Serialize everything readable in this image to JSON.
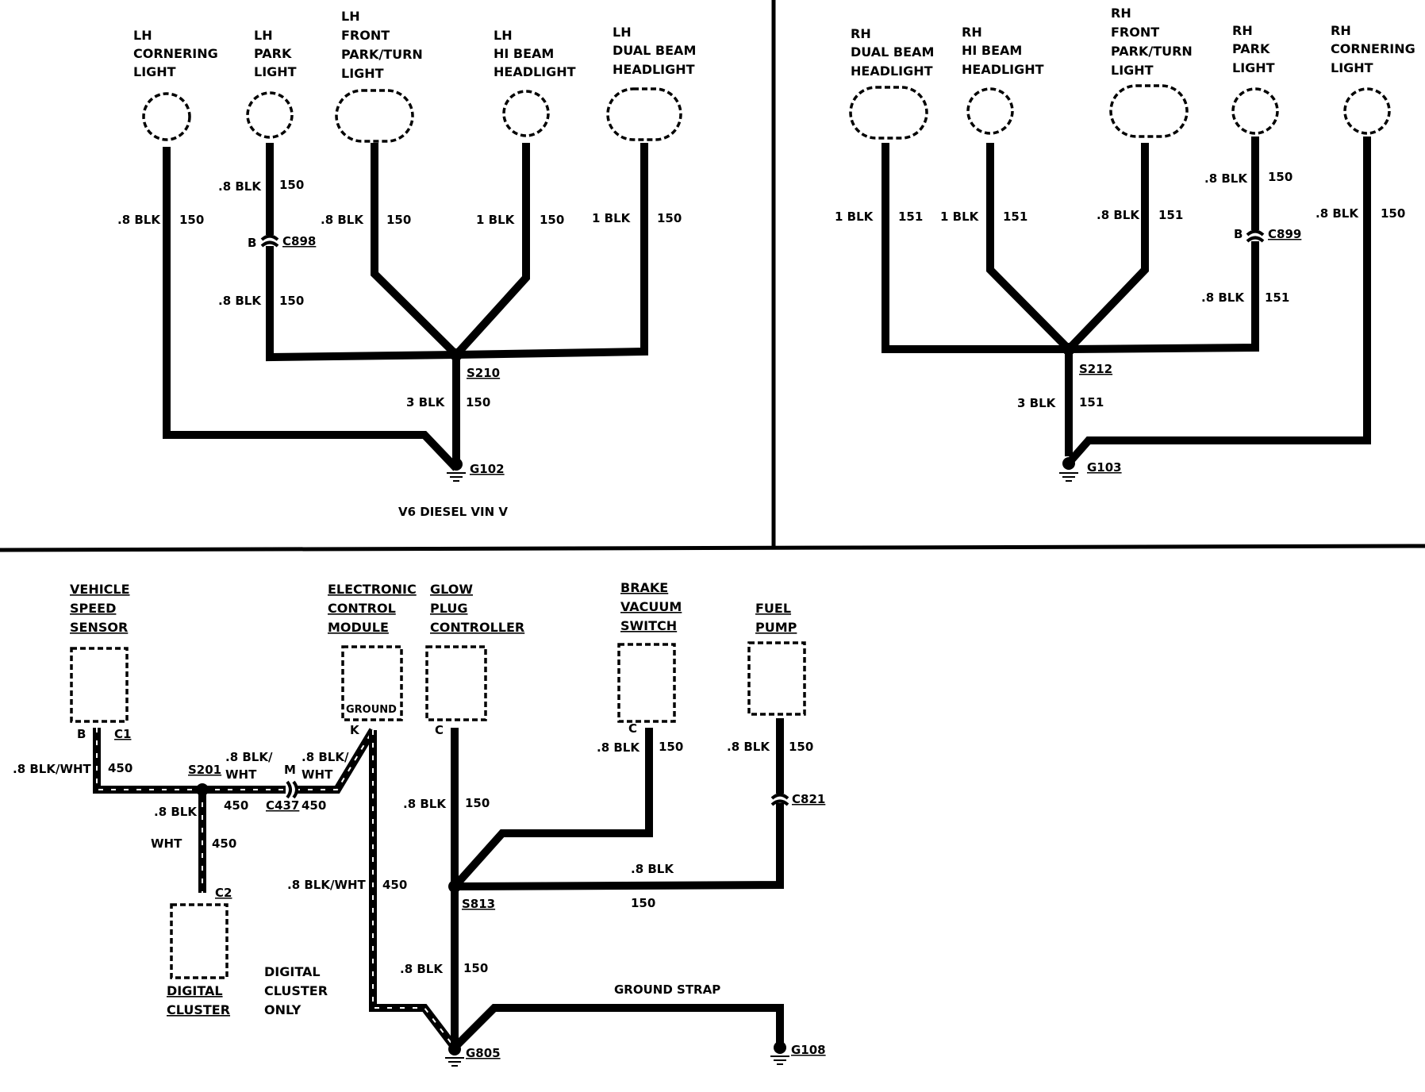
{
  "note": "V6 DIESEL VIN V",
  "lh": {
    "cornering": [
      "LH",
      "CORNERING",
      "LIGHT"
    ],
    "park": [
      "LH",
      "PARK",
      "LIGHT"
    ],
    "front": [
      "LH",
      "FRONT",
      "PARK/TURN",
      "LIGHT"
    ],
    "hibeam": [
      "LH",
      "HI BEAM",
      "HEADLIGHT"
    ],
    "dual": [
      "LH",
      "DUAL BEAM",
      "HEADLIGHT"
    ],
    "wires": {
      "cornering": [
        ".8 BLK",
        "150"
      ],
      "park_upper": [
        ".8 BLK",
        "150"
      ],
      "park_lower": [
        ".8 BLK",
        "150"
      ],
      "front": [
        ".8 BLK",
        "150"
      ],
      "hibeam": [
        "1 BLK",
        "150"
      ],
      "dual": [
        "1 BLK",
        "150"
      ],
      "trunk": [
        "3 BLK",
        "150"
      ]
    },
    "connector": "C898",
    "connector_pin": "B",
    "splice": "S210",
    "ground": "G102"
  },
  "rh": {
    "dual": [
      "RH",
      "DUAL BEAM",
      "HEADLIGHT"
    ],
    "hibeam": [
      "RH",
      "HI BEAM",
      "HEADLIGHT"
    ],
    "front": [
      "RH",
      "FRONT",
      "PARK/TURN",
      "LIGHT"
    ],
    "park": [
      "RH",
      "PARK",
      "LIGHT"
    ],
    "cornering": [
      "RH",
      "CORNERING",
      "LIGHT"
    ],
    "wires": {
      "dual": [
        "1 BLK",
        "151"
      ],
      "hibeam": [
        "1 BLK",
        "151"
      ],
      "front": [
        ".8 BLK",
        "151"
      ],
      "park_upper": [
        ".8 BLK",
        "150"
      ],
      "park_lower": [
        ".8 BLK",
        "151"
      ],
      "cornering": [
        ".8 BLK",
        "150"
      ],
      "trunk": [
        "3 BLK",
        "151"
      ]
    },
    "connector": "C899",
    "connector_pin": "B",
    "splice": "S212",
    "ground": "G103"
  },
  "bottom": {
    "vss": [
      "VEHICLE",
      "SPEED",
      "SENSOR"
    ],
    "ecm": [
      "ELECTRONIC",
      "CONTROL",
      "MODULE"
    ],
    "ecm_pin_label": "GROUND",
    "glow": [
      "GLOW",
      "PLUG",
      "CONTROLLER"
    ],
    "brake": [
      "BRAKE",
      "VACUUM",
      "SWITCH"
    ],
    "fuel": [
      "FUEL",
      "PUMP"
    ],
    "cluster": [
      "DIGITAL",
      "CLUSTER"
    ],
    "cluster_note": [
      "DIGITAL",
      "CLUSTER",
      "ONLY"
    ],
    "vss_pin": "B",
    "vss_conn": "C1",
    "cluster_conn": "C2",
    "ecm_pin": "K",
    "glow_pin": "C",
    "brake_pin": "C",
    "splice_a": "S201",
    "splice_b": "S813",
    "conn_c437": "C437",
    "conn_c437_pin": "M",
    "conn_c821": "C821",
    "ground_a": "G805",
    "ground_b": "G108",
    "ground_strap": "GROUND STRAP",
    "w_vss": [
      ".8 BLK/WHT",
      "450"
    ],
    "w_s201_right": [
      ".8 BLK/",
      "WHT",
      "450"
    ],
    "w_c437_right": [
      ".8 BLK/",
      "WHT",
      "450"
    ],
    "w_cluster": [
      ".8 BLK",
      "WHT",
      "450"
    ],
    "w_ecm": [
      ".8 BLK/WHT",
      "450"
    ],
    "w_glow": [
      ".8 BLK",
      "150"
    ],
    "w_brake": [
      ".8 BLK",
      "150"
    ],
    "w_fuel": [
      ".8 BLK",
      "150"
    ],
    "w_s813_right": [
      ".8 BLK",
      "150"
    ],
    "w_ground": [
      ".8 BLK",
      "150"
    ]
  }
}
